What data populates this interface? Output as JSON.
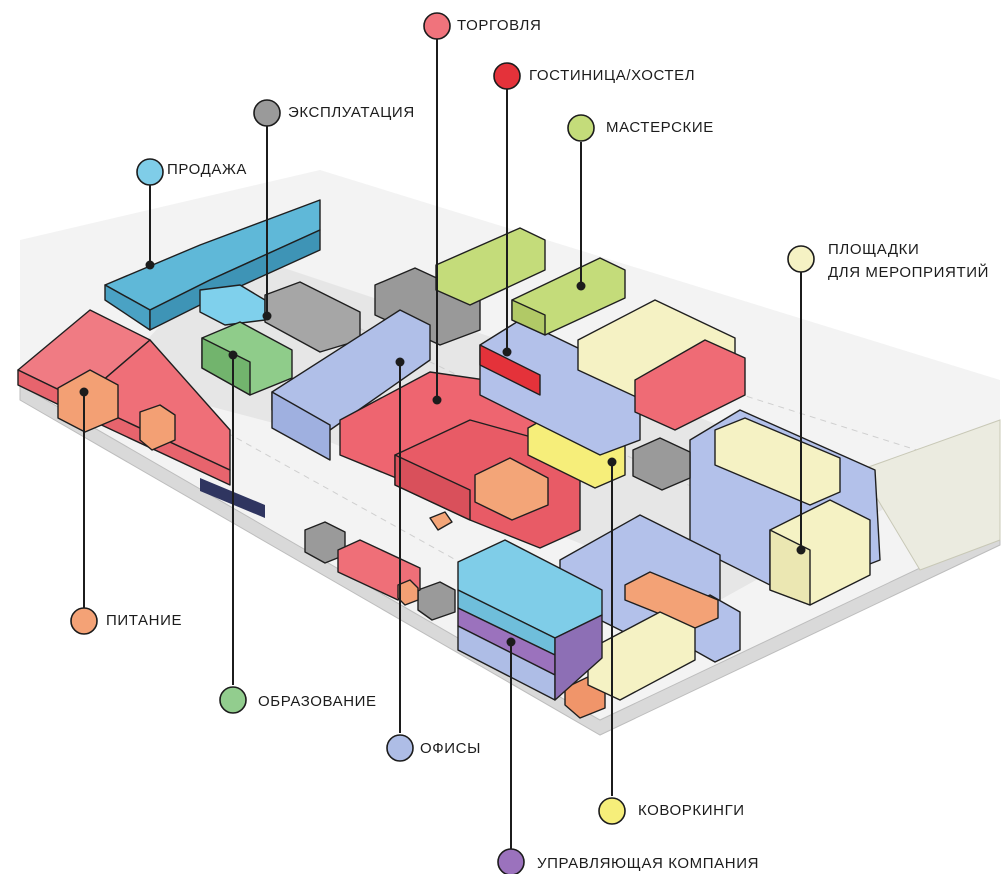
{
  "legend": [
    {
      "id": "torgovlya",
      "label": "ТОРГОВЛЯ",
      "color": "#f0737c"
    },
    {
      "id": "gostinica",
      "label": "ГОСТИНИЦА/ХОСТЕЛ",
      "color": "#e4323a"
    },
    {
      "id": "ekspluataciya",
      "label": "ЭКСПЛУАТАЦИЯ",
      "color": "#9a9a9a"
    },
    {
      "id": "masterskie",
      "label": "МАСТЕРСКИЕ",
      "color": "#c4dc7a"
    },
    {
      "id": "prodazha",
      "label": "ПРОДАЖА",
      "color": "#7fcde8"
    },
    {
      "id": "ploshchadki",
      "label": "ПЛОЩАДКИ\nДЛЯ МЕРОПРИЯТИЙ",
      "color": "#f5f2c4"
    },
    {
      "id": "pitanie",
      "label": "ПИТАНИЕ",
      "color": "#f4a276"
    },
    {
      "id": "obrazovanie",
      "label": "ОБРАЗОВАНИЕ",
      "color": "#92cd8e"
    },
    {
      "id": "ofisy",
      "label": "ОФИСЫ",
      "color": "#aebde6"
    },
    {
      "id": "kovorkingi",
      "label": "КОВОРКИНГИ",
      "color": "#f6ee7a"
    },
    {
      "id": "upravlyayushchaya",
      "label": "УПРАВЛЯЮЩАЯ КОМПАНИЯ",
      "color": "#9b72bd"
    }
  ],
  "colors": {
    "ground": "#f2f2f2",
    "road": "#e3e3e3",
    "outline": "#1f1f1f",
    "shadow": "#dcdcdc"
  }
}
